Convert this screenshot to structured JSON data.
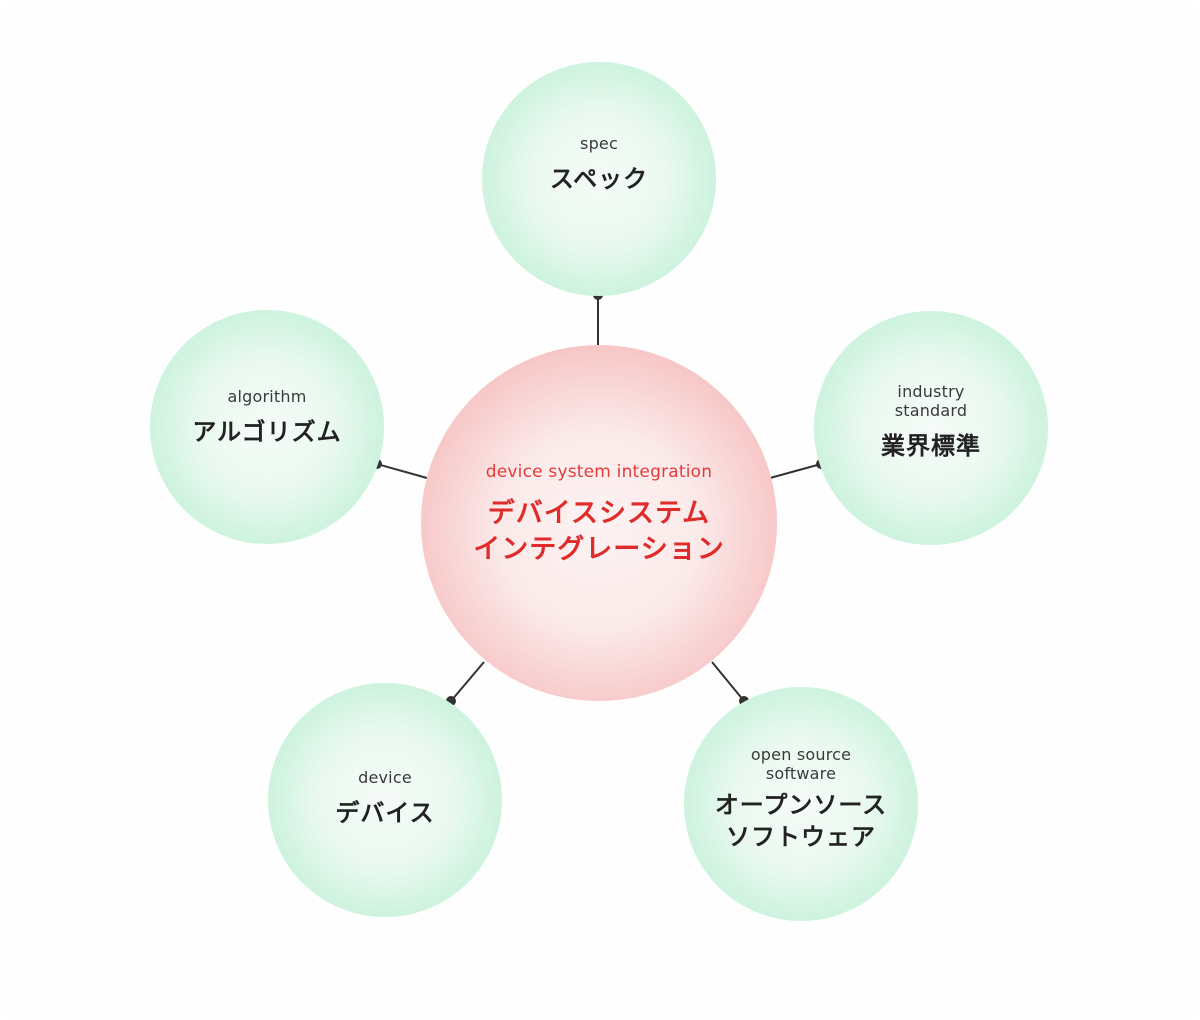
{
  "center": {
    "en": "device system integration",
    "ja": "デバイスシステム\nインテグレーション"
  },
  "nodes": {
    "spec": {
      "en": "spec",
      "ja": "スペック"
    },
    "industry_standard": {
      "en": "industry\nstandard",
      "ja": "業界標準"
    },
    "oss": {
      "en": "open source\nsoftware",
      "ja": "オープンソース\nソフトウェア"
    },
    "device": {
      "en": "device",
      "ja": "デバイス"
    },
    "algorithm": {
      "en": "algorithm",
      "ja": "アルゴリズム"
    }
  },
  "colors": {
    "satellite_fill": "#a6e9c6",
    "hub_fill": "#f09898",
    "hub_text": "#e02b2b",
    "connector": "#333333"
  }
}
